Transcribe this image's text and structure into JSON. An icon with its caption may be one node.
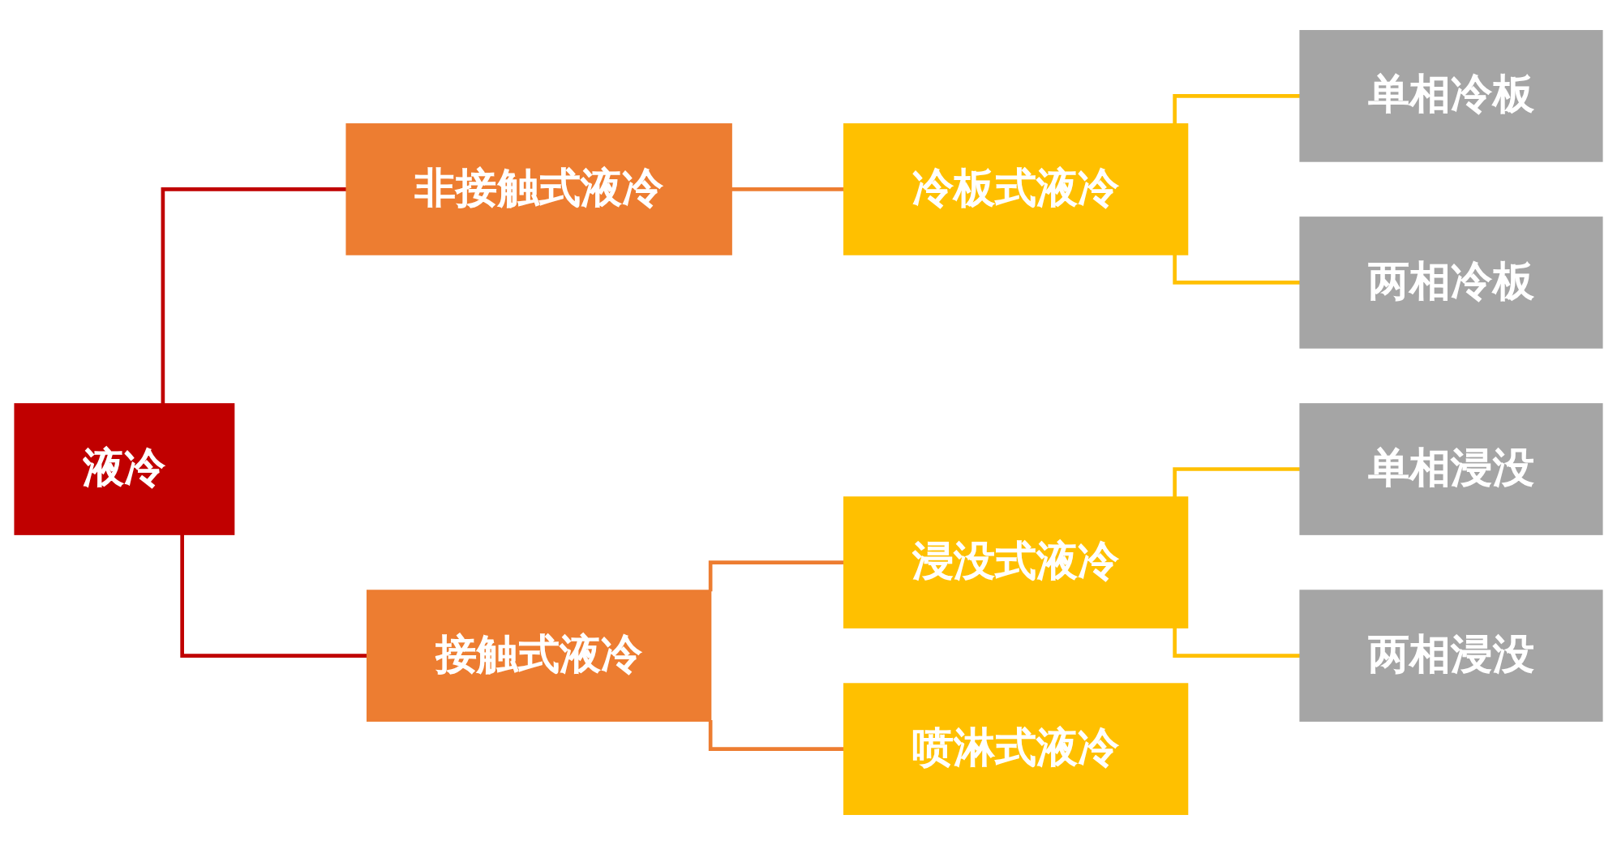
{
  "diagram": {
    "nodes": [
      {
        "text": [
          "液冷"
        ]
      },
      {
        "text": [
          "非接触式液冷"
        ]
      },
      {
        "text": [
          "冷板式液冷"
        ]
      },
      {
        "text": [
          "单相冷板"
        ]
      },
      {
        "text": [
          "两相冷板"
        ]
      },
      {
        "text": [
          "接触式液冷"
        ]
      },
      {
        "text": [
          "浸没式液冷"
        ]
      },
      {
        "text": [
          "单相浸没"
        ]
      },
      {
        "text": [
          "两相浸没"
        ]
      },
      {
        "text": [
          "喷淋式液冷"
        ]
      }
    ],
    "edges": [
      {
        "from": 0,
        "to": 1,
        "arrow": "none",
        "color": "#c00000"
      },
      {
        "from": 0,
        "to": 5,
        "arrow": "none",
        "color": "#c00000"
      },
      {
        "from": 1,
        "to": 2,
        "arrow": "none",
        "color": "#ed7d31"
      },
      {
        "from": 2,
        "to": 3,
        "arrow": "none",
        "color": "#ffc000"
      },
      {
        "from": 2,
        "to": 4,
        "arrow": "none",
        "color": "#ffc000"
      },
      {
        "from": 5,
        "to": 6,
        "arrow": "none",
        "color": "#ed7d31"
      },
      {
        "from": 5,
        "to": 9,
        "arrow": "none",
        "color": "#ed7d31"
      },
      {
        "from": 6,
        "to": 7,
        "arrow": "none",
        "color": "#ffc000"
      },
      {
        "from": 6,
        "to": 8,
        "arrow": "none",
        "color": "#ffc000"
      }
    ]
  }
}
